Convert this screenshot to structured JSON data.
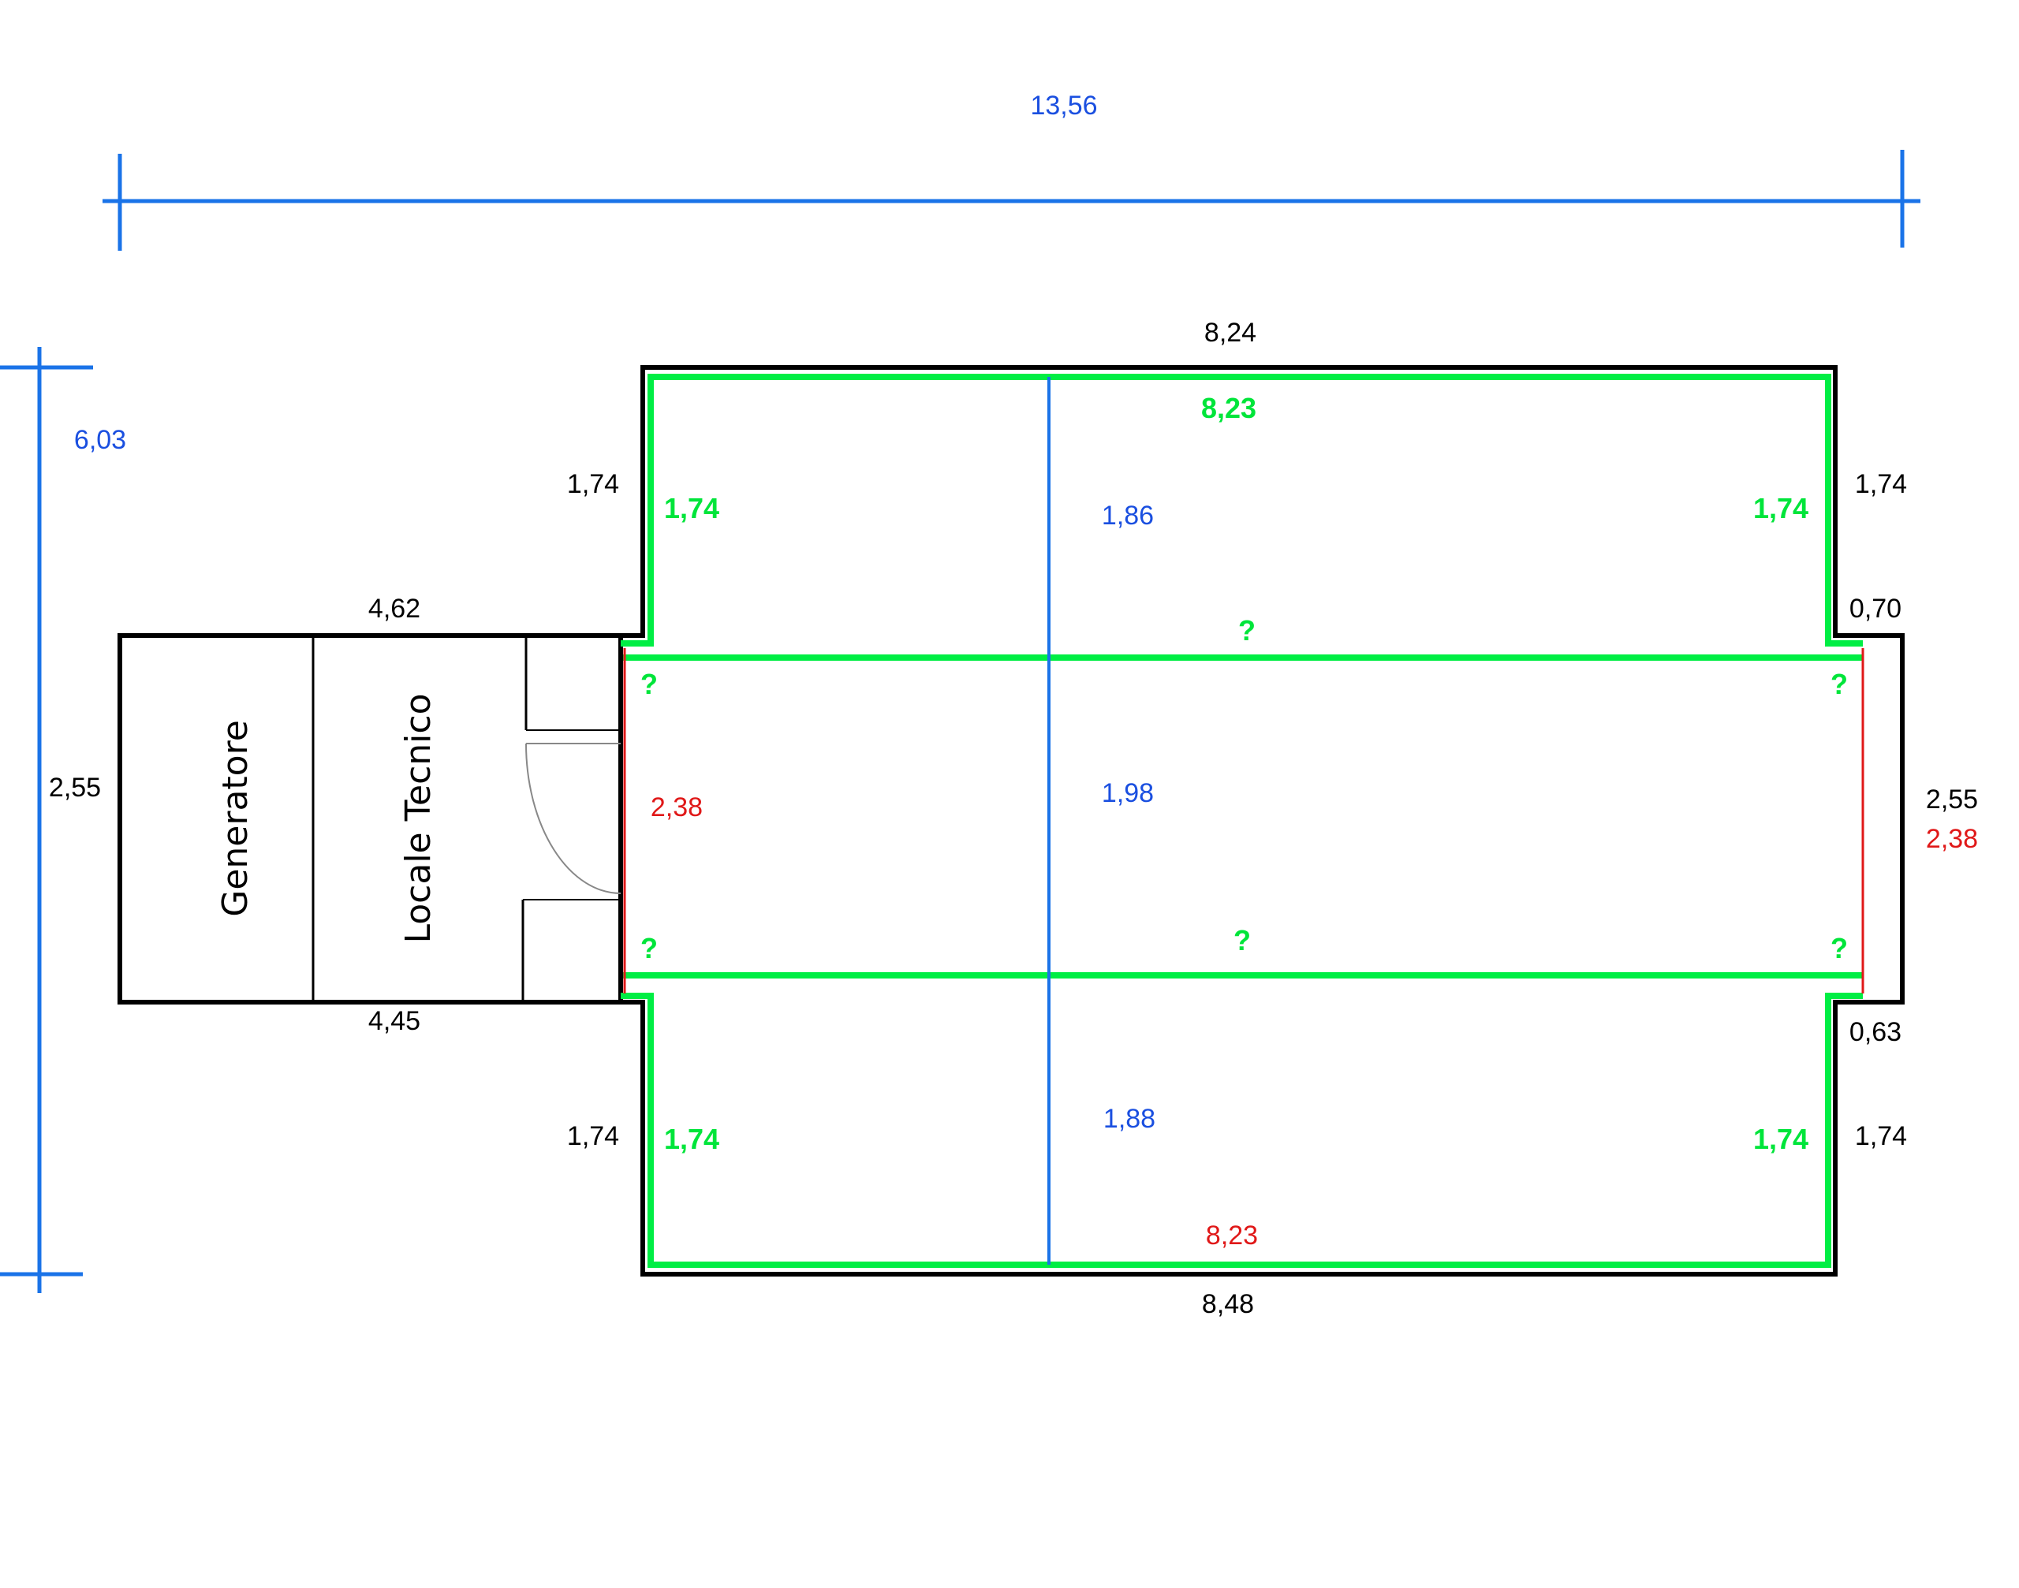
{
  "colors": {
    "wall": "#000000",
    "blue": "#1a73e8",
    "green": "#00ee44",
    "red": "#e01818",
    "background": "#ffffff"
  },
  "rooms": {
    "generatore": "Generatore",
    "locale_tecnico": "Locale Tecnico"
  },
  "dimensions": {
    "overall_width": "13,56",
    "overall_height": "6,03",
    "top_outer": "8,24",
    "top_inner": "8,23",
    "bottom_outer": "8,48",
    "bottom_inner": "8,23",
    "upper_left_outer": "1,74",
    "upper_left_inner": "1,74",
    "upper_right_outer": "1,74",
    "upper_right_inner": "1,74",
    "lower_left_outer": "1,74",
    "lower_left_inner": "1,74",
    "lower_right_outer": "1,74",
    "lower_right_inner": "1,74",
    "annex_top": "4,62",
    "annex_bottom": "4,45",
    "annex_height": "2,55",
    "right_height_outer": "2,55",
    "right_height_inner": "2,38",
    "left_inner_height": "2,38",
    "step_top": "0,70",
    "step_bottom": "0,63",
    "center_upper": "1,86",
    "center_middle": "1,98",
    "center_lower": "1,88",
    "unknown_mark": "?"
  }
}
